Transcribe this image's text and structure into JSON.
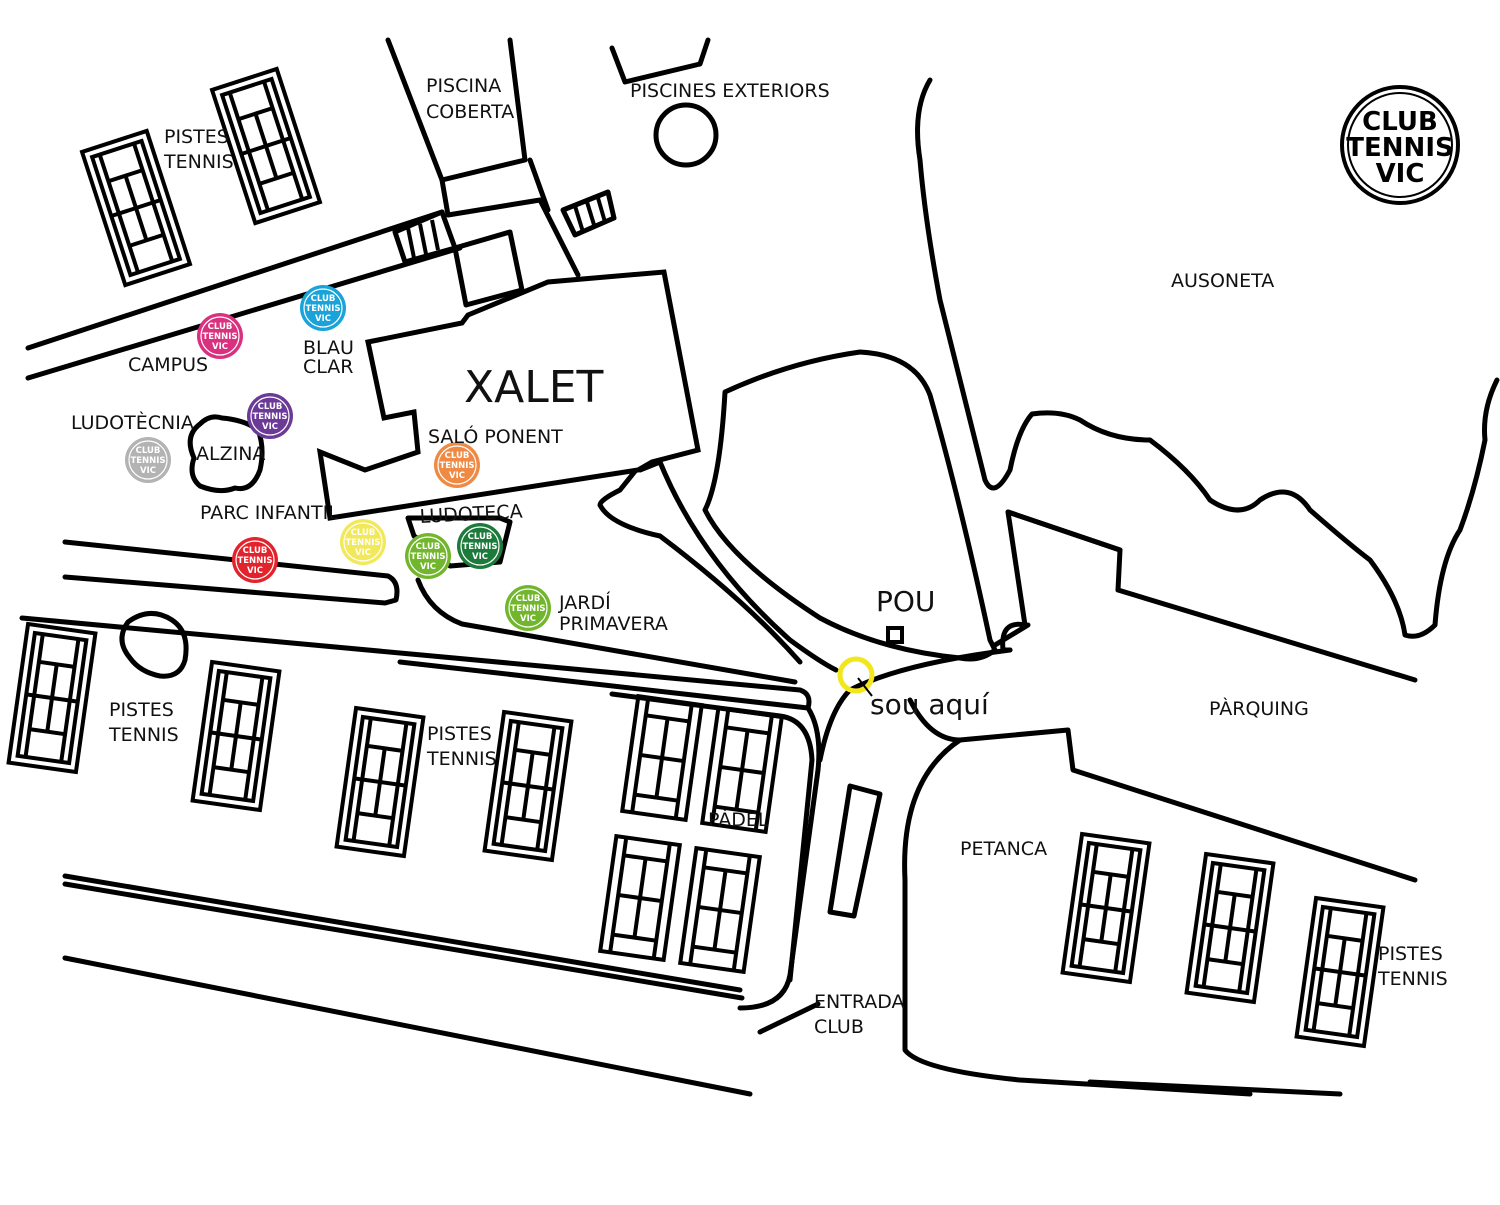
{
  "labels": {
    "piscina_line1": "PISCINA",
    "piscina_line2": "COBERTA",
    "piscines_exteriors": "PISCINES EXTERIORS",
    "pistes_nw_1": "PISTES",
    "pistes_nw_2": "TENNIS",
    "ausoneta": "AUSONETA",
    "xalet": "XALET",
    "salo_ponent": "SALÓ PONENT",
    "alzina": "ALZINA",
    "parc_infantil": "PARC INFANTIL",
    "ludoteca": "LUDOTECA",
    "pou": "POU",
    "sou_aqui": "sou aquí",
    "parquing": "PÀRQUING",
    "pistes_w_1": "PISTES",
    "pistes_w_2": "TENNIS",
    "pistes_c_1": "PISTES",
    "pistes_c_2": "TENNIS",
    "padel": "PÀDEL",
    "petanca": "PETANCA",
    "entrada_1": "ENTRADA",
    "entrada_2": "CLUB",
    "pistes_e_1": "PISTES",
    "pistes_e_2": "TENNIS"
  },
  "activities": [
    {
      "key": "campus",
      "lines": [
        "CAMPUS"
      ],
      "color": "#d9317f"
    },
    {
      "key": "blau_clar",
      "lines": [
        "BLAU",
        "CLAR"
      ],
      "color": "#1aa3d8"
    },
    {
      "key": "ludotecnia",
      "lines": [
        "LUDOTÈCNIA"
      ],
      "color": "#b3b3b3"
    },
    {
      "key": "jardi_primavera",
      "lines": [
        "JARDÍ",
        "PRIMAVERA"
      ],
      "color": "#72b62d"
    }
  ],
  "badge_colors": {
    "campus": "#d9317f",
    "blau_clar": "#1aa3d8",
    "violet": "#6b3a97",
    "ludotecnia": "#b3b3b3",
    "salo_ponent": "#ef8a45",
    "yellow": "#f2e95a",
    "red": "#e3232b",
    "light_green": "#72b62d",
    "dark_green": "#1c7a3b",
    "jardi_primavera": "#72b62d"
  },
  "badge_text": [
    "CLUB",
    "TENNIS",
    "VIC"
  ],
  "logo": {
    "lines": [
      "CLUB",
      "TENNIS",
      "VIC"
    ]
  },
  "marker_color": "#f2e61c"
}
